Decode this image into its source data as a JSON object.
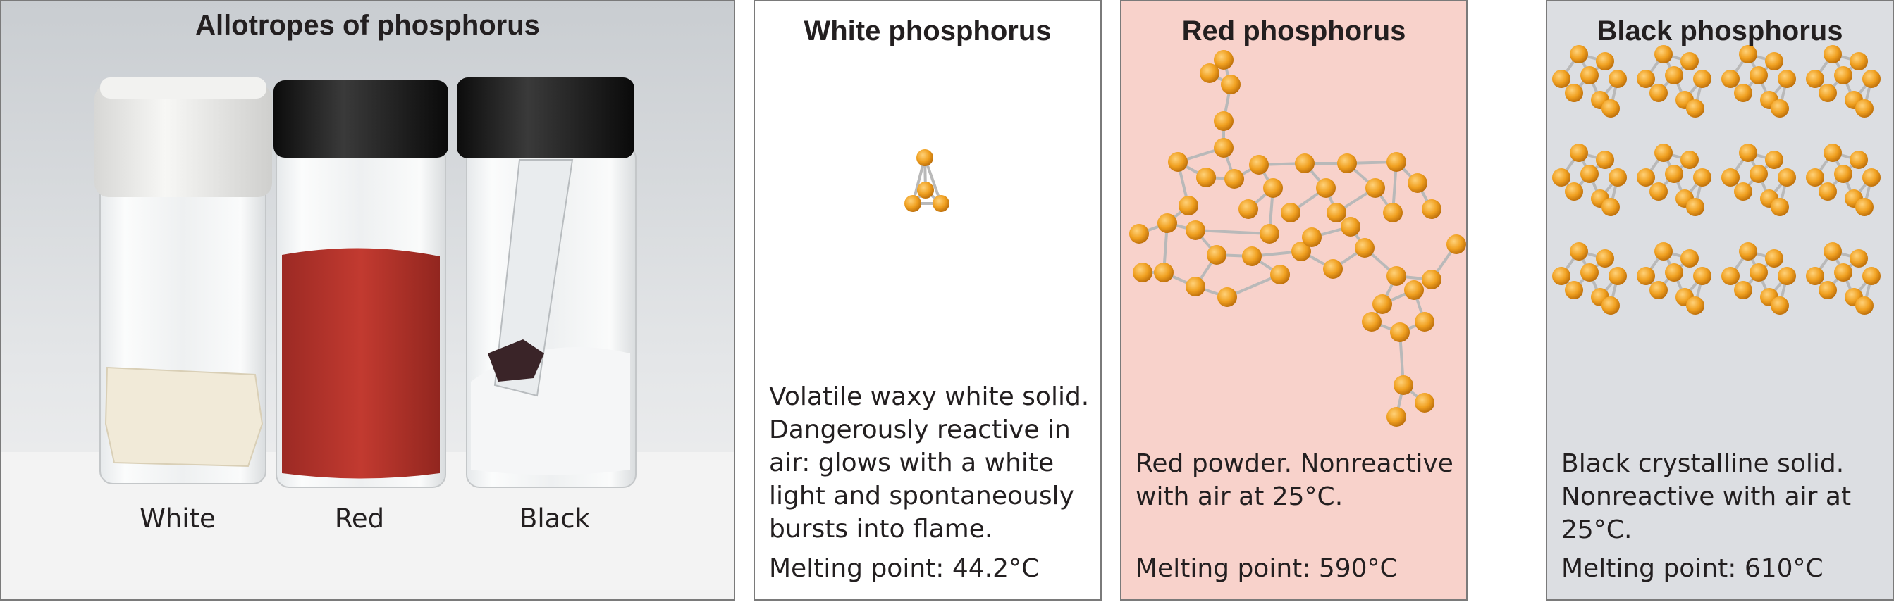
{
  "photo_panel": {
    "title": "Allotropes of phosphorus",
    "vial_labels": [
      "White",
      "Red",
      "Black"
    ]
  },
  "panels": [
    {
      "title": "White phosphorus",
      "description": [
        "Volatile waxy white solid.",
        "Dangerously reactive in",
        "air: glows with a white",
        "light and spontaneously",
        "bursts into flame."
      ],
      "melting_point": "Melting point: 44.2°C",
      "background": "#ffffff"
    },
    {
      "title": "Red phosphorus",
      "description": [
        "Red powder. Nonreactive",
        "with air at 25°C."
      ],
      "melting_point": "Melting point: 590°C",
      "background": "#f8d2cb"
    },
    {
      "title": "Black phosphorus",
      "description": [
        "Black crystalline solid.",
        "Nonreactive with air at",
        "25°C."
      ],
      "melting_point": "Melting point: 610°C",
      "background": "#dcdee2"
    }
  ],
  "colors": {
    "atom": "#f0a020",
    "atom_dark": "#b86a08",
    "bond": "#b9b9b9",
    "red_powder": "#b8322a",
    "cap_black": "#1a1a1a",
    "cap_white": "#ececea"
  }
}
